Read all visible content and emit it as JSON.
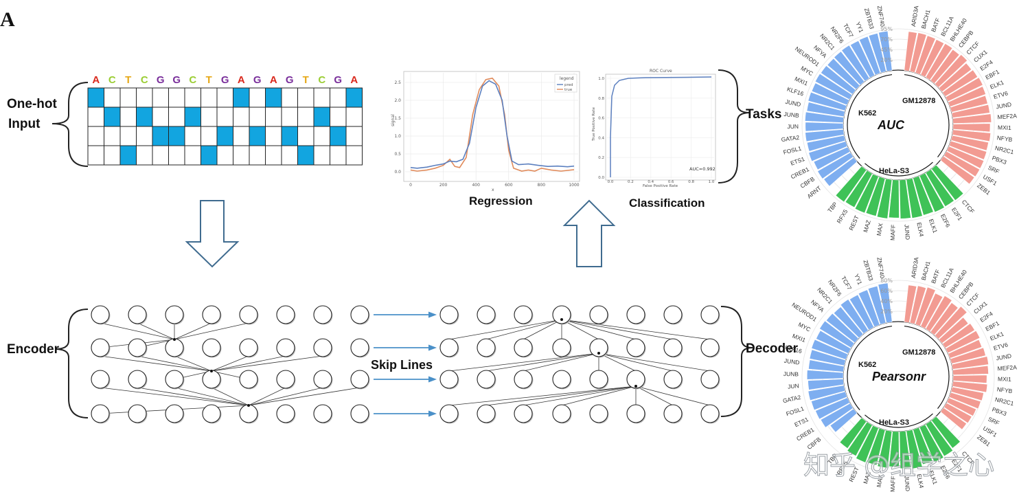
{
  "panel_letter": "A",
  "sequence": [
    "A",
    "C",
    "T",
    "C",
    "G",
    "G",
    "C",
    "T",
    "G",
    "A",
    "G",
    "A",
    "G",
    "T",
    "C",
    "G",
    "A"
  ],
  "onehot_input_label": [
    "One-hot",
    "Input"
  ],
  "encoder_label": "Encoder",
  "decoder_label": "Decoder",
  "skip_label": "Skip Lines",
  "tasks_label": "Tasks",
  "regression": {
    "caption": "Regression",
    "legend_title": "legend",
    "legend_items": [
      "pred",
      "true"
    ],
    "ylabel": "signal",
    "xlabel": "x",
    "xticks": [
      "0",
      "200",
      "400",
      "600",
      "800",
      "1000"
    ],
    "yticks": [
      "0.0",
      "0.5",
      "1.0",
      "1.5",
      "2.0",
      "2.5"
    ],
    "colors": {
      "pred": "#5b7fbf",
      "true": "#e08a5a"
    }
  },
  "classification": {
    "caption": "Classification",
    "title": "ROC Curve",
    "xlabel": "False Positive Rate",
    "ylabel": "True Positive Rate",
    "auc_text": "AUC=0.992",
    "xticks": [
      "0.0",
      "0.2",
      "0.4",
      "0.6",
      "0.8",
      "1.0"
    ],
    "yticks": [
      "0.0",
      "0.2",
      "0.4",
      "0.6",
      "0.8",
      "1.0"
    ]
  },
  "radial_auc": {
    "center_metric": "AUC",
    "ring_ticks": [
      "20%",
      "45%",
      "70%",
      "95%"
    ],
    "group_labels": {
      "k562": "K562",
      "gm": "GM12878",
      "hela": "HeLa-S3"
    },
    "k562": [
      "ARNT",
      "CBFB",
      "CREB1",
      "ETS1",
      "FOSL1",
      "GATA2",
      "JUN",
      "JUNB",
      "JUND",
      "KLF16",
      "MXI1",
      "MYC",
      "NEUROD1",
      "NFYA",
      "NR2C1",
      "NR2F6",
      "TCF7",
      "YY1",
      "ZBTB33",
      "ZNF740"
    ],
    "gm": [
      "ARID3A",
      "BACH1",
      "BATF",
      "BCL11A",
      "BHLHE40",
      "CEBPB",
      "CTCF",
      "CUX1",
      "E2F4",
      "EBF1",
      "ELK1",
      "ETV6",
      "JUND",
      "MEF2A",
      "MXI1",
      "NFYB",
      "NR2C1",
      "PBX3",
      "SRF",
      "USF1",
      "ZEB1"
    ],
    "hela": [
      "CTCF",
      "E2F1",
      "E2F6",
      "ELK1",
      "ELK4",
      "JUND",
      "MAFF",
      "MAX",
      "MAZ",
      "REST",
      "RFX5",
      "TBP"
    ]
  },
  "radial_pearson": {
    "center_metric": "Pearsonr",
    "ring_ticks": [
      "20%",
      "40%",
      "60%",
      "80%"
    ],
    "group_labels": {
      "k562": "K562",
      "gm": "GM12878",
      "hela": "HeLa-S3"
    },
    "k562": [
      "CBFB",
      "CREB1",
      "ETS1",
      "FOSL1",
      "GATA2",
      "JUN",
      "JUNB",
      "JUND",
      "KLF16",
      "MXI1",
      "MYC",
      "NEUROD1",
      "NFYA",
      "NR2C1",
      "NR2F6",
      "TCF7",
      "YY1",
      "ZBTB33",
      "ZNF740"
    ],
    "gm": [
      "ARID3A",
      "BACH1",
      "BATF",
      "BCL11A",
      "BHLHE40",
      "CEBPB",
      "CTCF",
      "CUX1",
      "E2F4",
      "EBF1",
      "ELK1",
      "ETV6",
      "JUND",
      "MEF2A",
      "MXI1",
      "NFYB",
      "NR2C1",
      "PBX3",
      "SRF",
      "USF1",
      "ZEB1"
    ],
    "hela": [
      "CTCF",
      "E2F1",
      "E2F6",
      "ELK1",
      "ELK4",
      "JUND",
      "MAFF",
      "MAX",
      "MAZ",
      "REST",
      "RFX5",
      "TBP"
    ]
  },
  "watermark": "知乎 @组学之心",
  "colors": {
    "onehot_fill": "#12a5e0",
    "k562": "#7eaef0",
    "gm": "#f29b92",
    "hela": "#3fc257",
    "arrow": "#3f6b8f",
    "skip_arrow": "#4a90c8",
    "base_A": "#d9281c",
    "base_C": "#9acd32",
    "base_T": "#e6a817",
    "base_G": "#7a2f9b"
  }
}
